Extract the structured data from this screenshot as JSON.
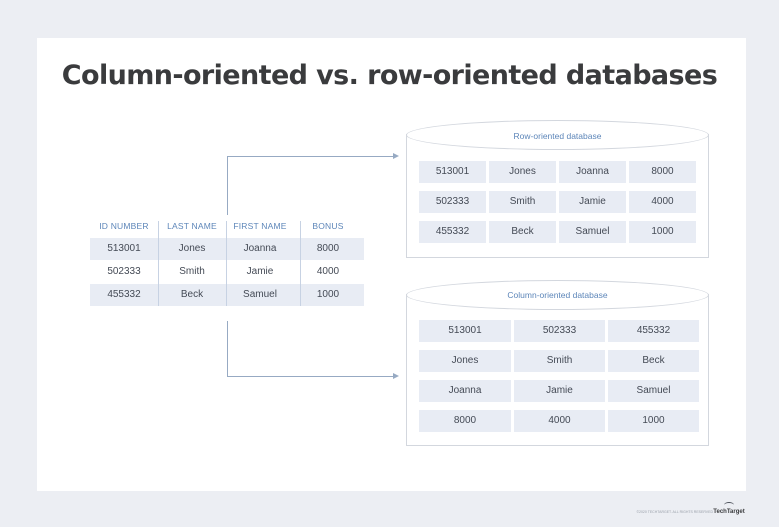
{
  "title": "Column-oriented vs. row-oriented databases",
  "source_table": {
    "headers": [
      "ID NUMBER",
      "LAST NAME",
      "FIRST NAME",
      "BONUS"
    ],
    "rows": [
      [
        "513001",
        "Jones",
        "Joanna",
        "8000"
      ],
      [
        "502333",
        "Smith",
        "Jamie",
        "4000"
      ],
      [
        "455332",
        "Beck",
        "Samuel",
        "1000"
      ]
    ]
  },
  "row_db": {
    "label": "Row-oriented database",
    "rows": [
      [
        "513001",
        "Jones",
        "Joanna",
        "8000"
      ],
      [
        "502333",
        "Smith",
        "Jamie",
        "4000"
      ],
      [
        "455332",
        "Beck",
        "Samuel",
        "1000"
      ]
    ]
  },
  "column_db": {
    "label": "Column-oriented database",
    "rows": [
      [
        "513001",
        "502333",
        "455332"
      ],
      [
        "Jones",
        "Smith",
        "Beck"
      ],
      [
        "Joanna",
        "Jamie",
        "Samuel"
      ],
      [
        "8000",
        "4000",
        "1000"
      ]
    ]
  },
  "footer": {
    "copyright": "©2020 TECHTARGET. ALL RIGHTS RESERVED",
    "logo": "TechTarget"
  },
  "colors": {
    "accent": "#5d86b9",
    "cell_fill": "#e8ecf4",
    "arrow": "#97aac3",
    "title": "#3a3b3d"
  }
}
